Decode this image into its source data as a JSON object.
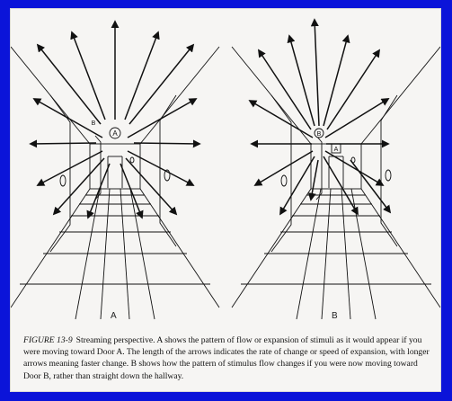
{
  "figure": {
    "label": "FIGURE 13-9",
    "caption": "Streaming perspective. A shows the pattern of flow or expansion of stimuli as it would appear if you were moving toward Door A. The length of the arrows indicates the rate of change or speed of expansion, with longer arrows meaning faster change. B shows how the pattern of stimulus flow changes if you were now moving toward Door B, rather than straight down the hallway.",
    "panels": [
      {
        "label": "A",
        "door_letters": [
          "A",
          "B"
        ]
      },
      {
        "label": "B",
        "door_letters": [
          "A",
          "B"
        ]
      }
    ]
  }
}
